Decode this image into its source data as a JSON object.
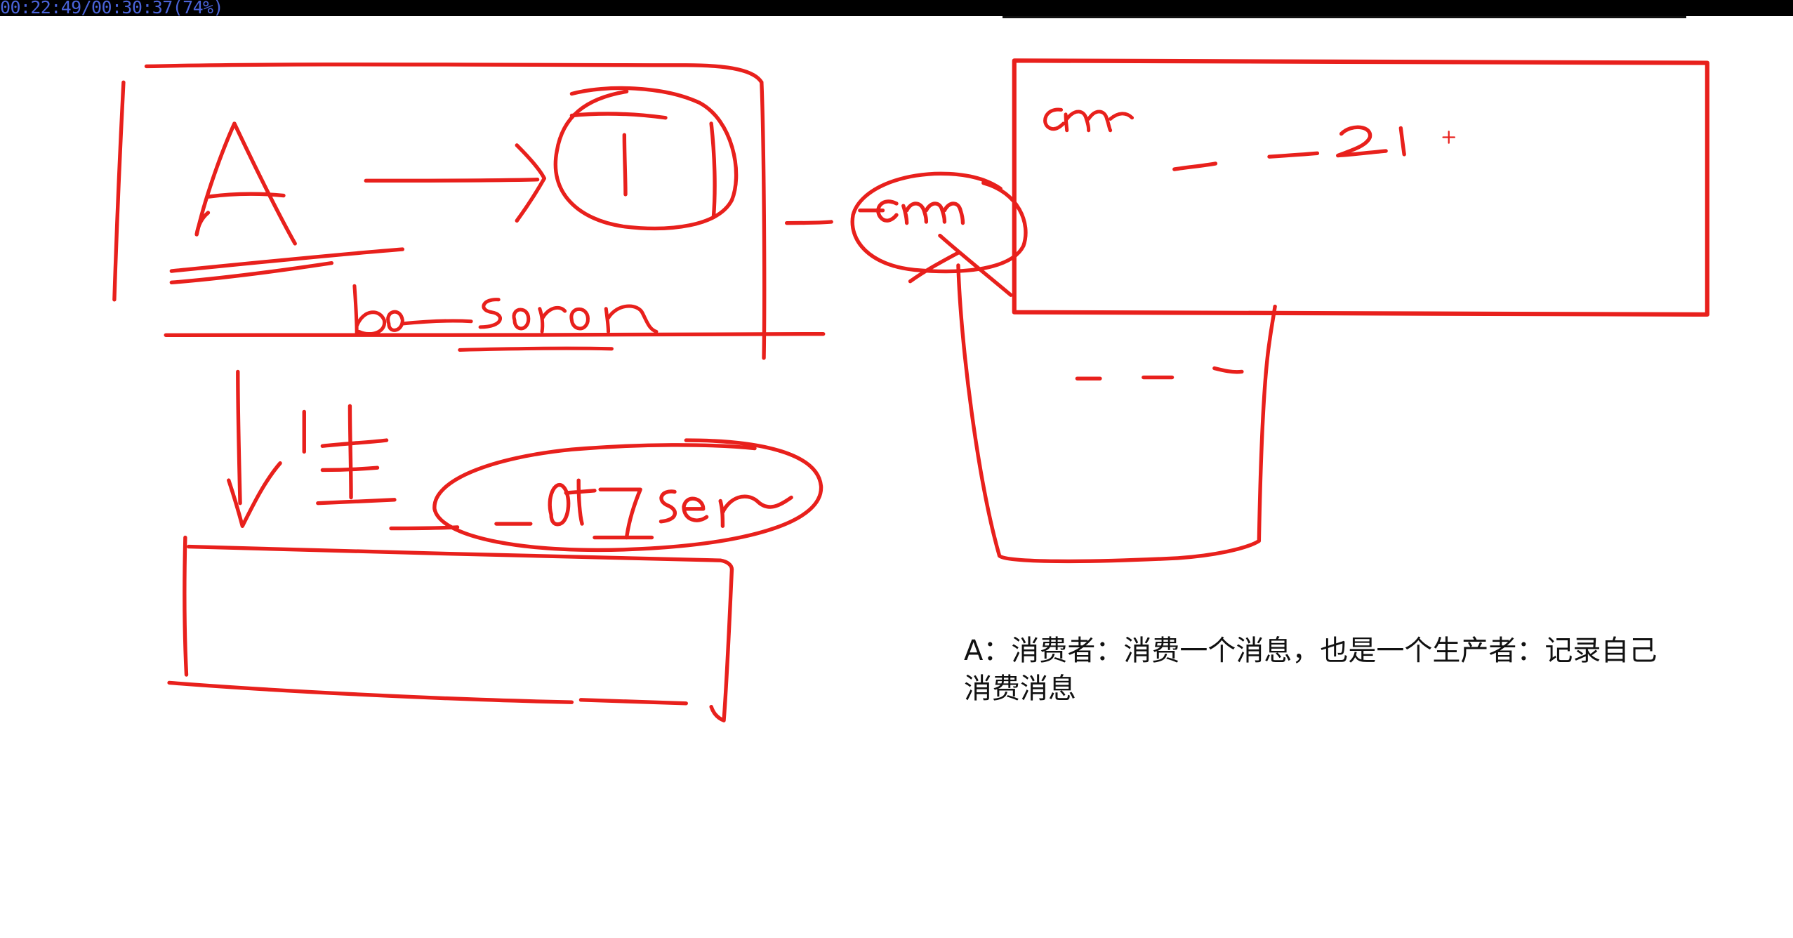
{
  "playback": {
    "time_text": "00:22:49/00:30:37(74%)"
  },
  "note": {
    "lines": [
      "A：消费者：消费一个消息，也是一个生产者：记录自己",
      "消费消息"
    ]
  },
  "colors": {
    "ink": "#e8201c",
    "timer_text": "#4a63d8",
    "top_bar": "#000000",
    "background": "#ffffff",
    "note_text": "#111111"
  }
}
